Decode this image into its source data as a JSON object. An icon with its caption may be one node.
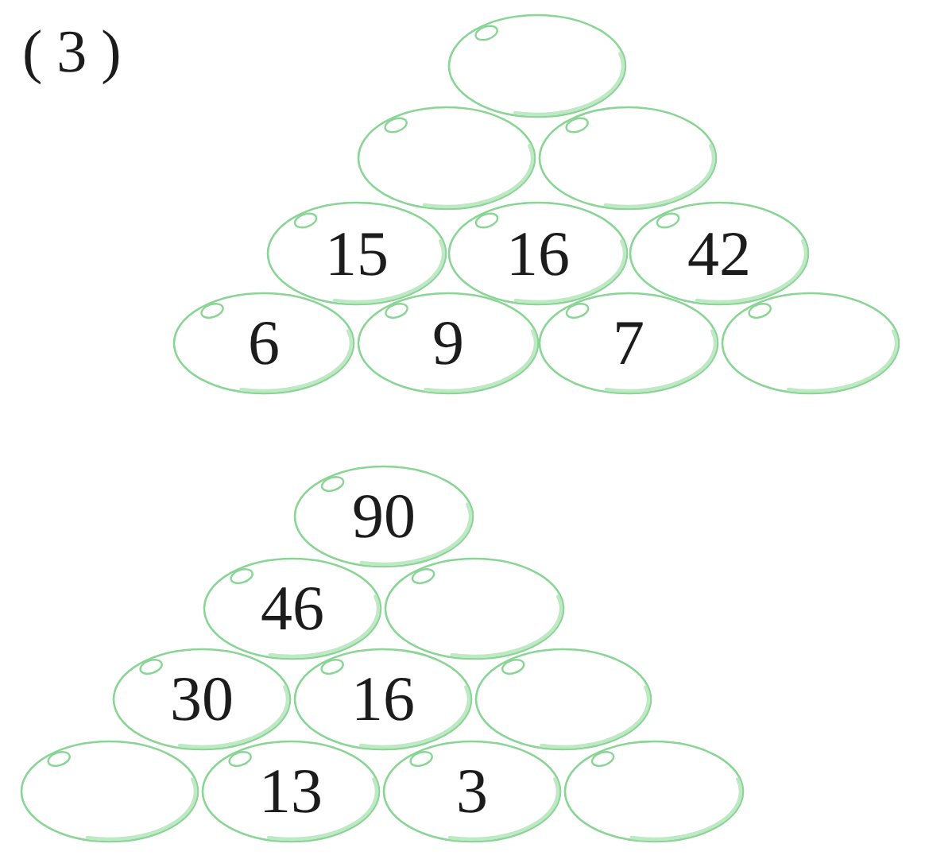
{
  "diagram": {
    "nodes": [
      {
        "text": [],
        "shape": "ellipse"
      },
      {
        "text": [],
        "shape": "ellipse"
      },
      {
        "text": [],
        "shape": "ellipse"
      },
      {
        "text": [
          "15"
        ]
      },
      {
        "text": [
          "16"
        ]
      },
      {
        "text": [
          "42"
        ]
      },
      {
        "text": [
          "6"
        ]
      },
      {
        "text": [
          "9"
        ]
      },
      {
        "text": [
          "7"
        ]
      },
      {
        "text": [],
        "shape": "ellipse"
      },
      {
        "text": [
          "90"
        ]
      },
      {
        "text": [
          "46"
        ]
      },
      {
        "text": [],
        "shape": "ellipse"
      },
      {
        "text": [
          "30"
        ]
      },
      {
        "text": [
          "16"
        ]
      },
      {
        "text": [],
        "shape": "ellipse"
      },
      {
        "text": [],
        "shape": "ellipse"
      },
      {
        "text": [
          "13"
        ]
      },
      {
        "text": [
          "3"
        ]
      },
      {
        "text": [],
        "shape": "ellipse"
      }
    ],
    "labels": [
      "(3)"
    ]
  }
}
